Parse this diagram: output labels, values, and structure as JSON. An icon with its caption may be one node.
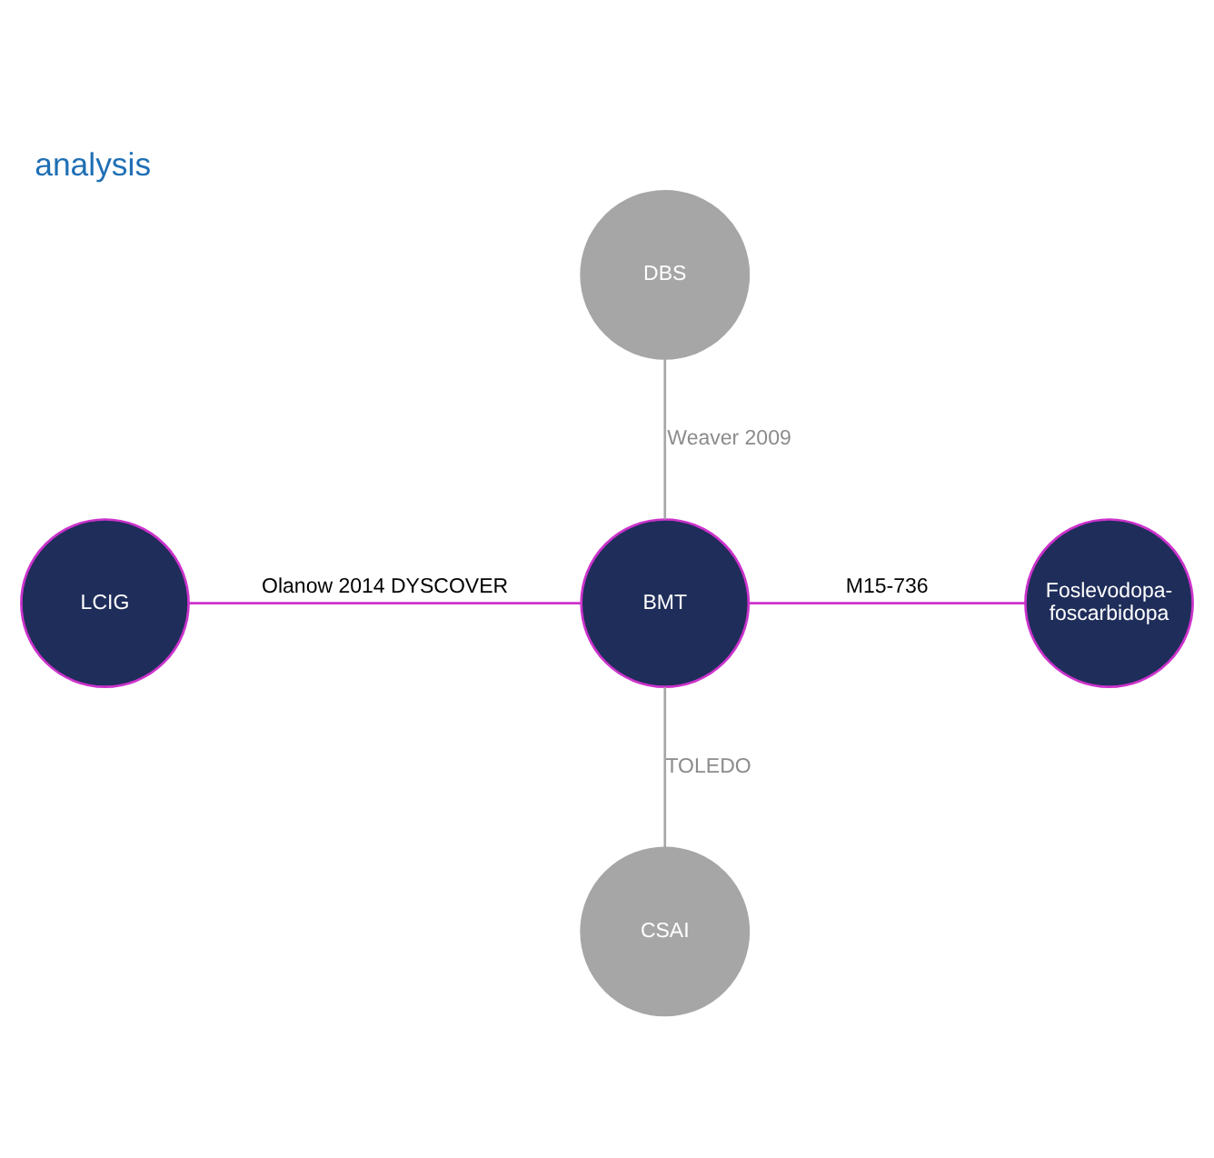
{
  "diagram": {
    "title": "analysis",
    "nodes": [
      {
        "text": [
          "DBS"
        ]
      },
      {
        "text": [
          "LCIG"
        ]
      },
      {
        "text": [
          "BMT"
        ]
      },
      {
        "text": [
          "Foslevodopa-foscarbidopa"
        ]
      },
      {
        "text": [
          "CSAI"
        ]
      }
    ],
    "edges": [
      {
        "from": 0,
        "to": 2,
        "arrow": "none",
        "label": "Weaver 2009",
        "color": "#a6a6a6"
      },
      {
        "from": 1,
        "to": 2,
        "arrow": "none",
        "label": "Olanow 2014 DYSCOVER",
        "color": "#cc33cc"
      },
      {
        "from": 2,
        "to": 3,
        "arrow": "none",
        "label": "M15-736",
        "color": "#cc33cc"
      },
      {
        "from": 2,
        "to": 4,
        "arrow": "none",
        "label": "TOLEDO",
        "color": "#a6a6a6"
      }
    ]
  }
}
